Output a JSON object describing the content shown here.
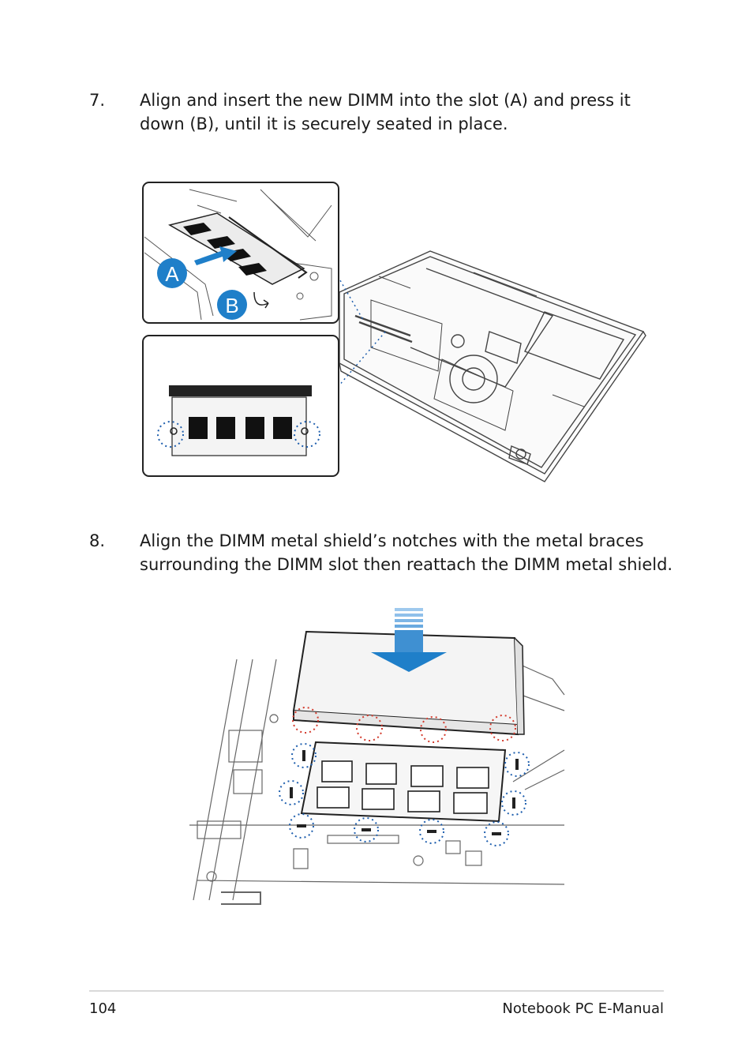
{
  "steps": [
    {
      "number": "7.",
      "text": "Align and insert the  new DIMM into the slot (A) and press it down (B), until it is securely seated in place."
    },
    {
      "number": "8.",
      "text": "Align the DIMM metal shield’s notches with the metal braces surrounding the DIMM slot then reattach the DIMM metal shield."
    }
  ],
  "callouts": {
    "a": "A",
    "b": "B"
  },
  "footer": {
    "page_number": "104",
    "manual_title": "Notebook PC E-Manual"
  },
  "colors": {
    "arrow_blue": "#1f7fc9",
    "callout_blue": "#1f7fc9",
    "marker_red": "#d33a2c",
    "marker_blue": "#1f5fae",
    "line_gray": "#444444"
  }
}
